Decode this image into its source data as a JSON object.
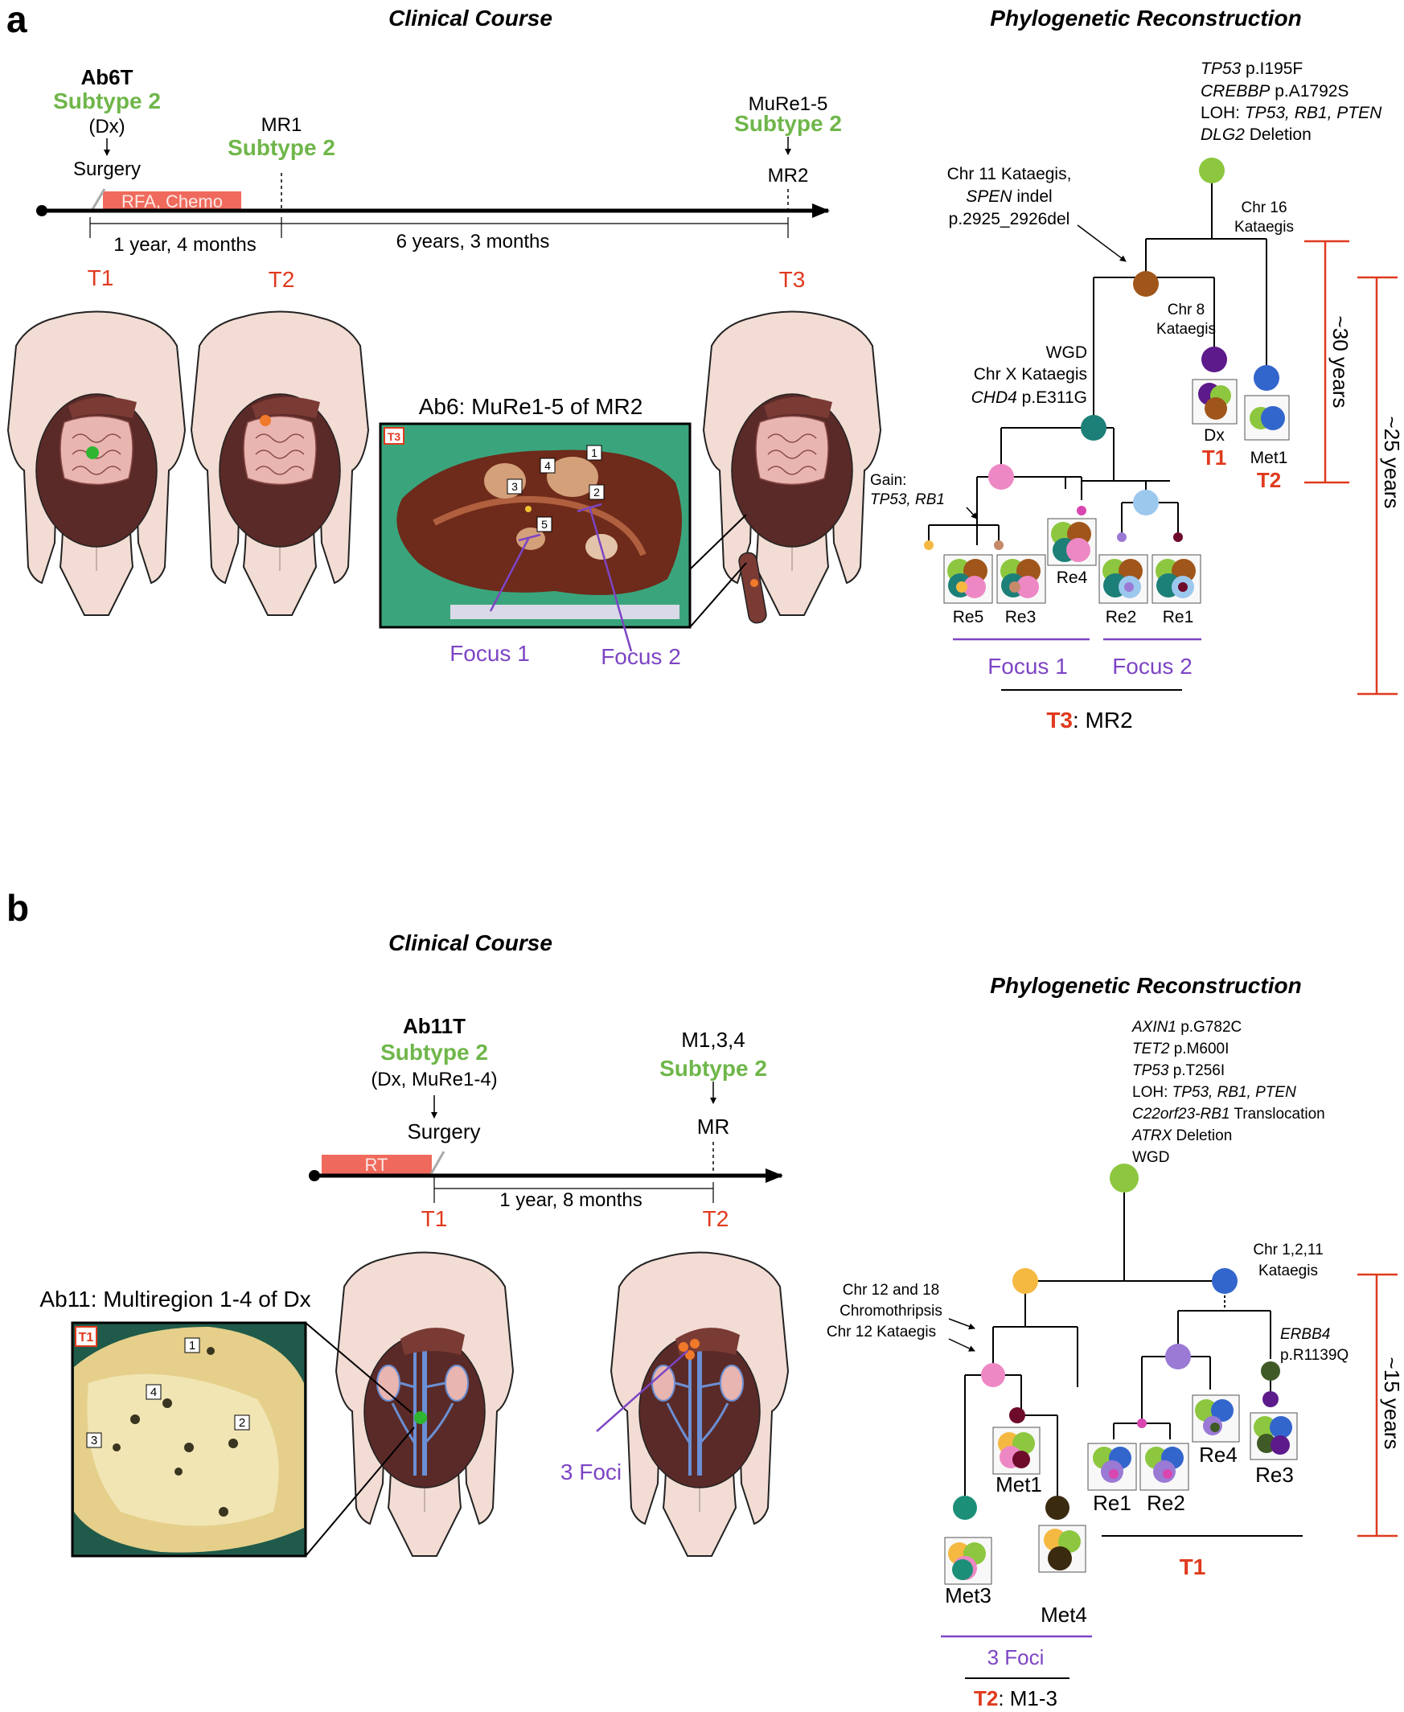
{
  "panel_a": {
    "letter": "a",
    "clinical_title": "Clinical Course",
    "phylo_title": "Phylogenetic Reconstruction",
    "ab6t": "Ab6T",
    "subtype_dx": "Subtype 2",
    "dx": "(Dx)",
    "surgery": "Surgery",
    "mr1": "MR1",
    "subtype_mr1": "Subtype 2",
    "mure": "MuRe1-5",
    "subtype_mr2": "Subtype 2",
    "mr2": "MR2",
    "rfa_chemo": "RFA, Chemo",
    "interval1": "1 year, 4 months",
    "interval2": "6 years, 3 months",
    "t1": "T1",
    "t2": "T2",
    "t3": "T3",
    "photo_title": "Ab6: MuRe1-5 of MR2",
    "photo_tag": "T3",
    "photo_regions": [
      "1",
      "2",
      "3",
      "4",
      "5"
    ],
    "focus1": "Focus 1",
    "focus2": "Focus 2",
    "root_mut1_gene": "TP53",
    "root_mut1_var": " p.I195F",
    "root_mut2_gene": "CREBBP",
    "root_mut2_var": " p.A1792S",
    "root_mut3_pre": "LOH: ",
    "root_mut3_genes": "TP53, RB1, PTEN",
    "root_mut4_gene": "DLG2",
    "root_mut4_var": " Deletion",
    "chr16_1": "Chr 16",
    "chr16_2": "Kataegis",
    "chr11_1": "Chr 11 Kataegis,",
    "chr11_2_gene": "SPEN",
    "chr11_2_var": " indel",
    "chr11_3": "p.2925_2926del",
    "chr8_1": "Chr 8",
    "chr8_2": "Kataegis",
    "wgd": "WGD",
    "chrx": "Chr X Kataegis",
    "chd4_gene": "CHD4",
    "chd4_var": " p.E311G",
    "gain_1": "Gain:",
    "gain_2": "TP53, RB1",
    "leaf_dx": "Dx",
    "leaf_met1": "Met1",
    "leaf_re5": "Re5",
    "leaf_re3": "Re3",
    "leaf_re4": "Re4",
    "leaf_re2": "Re2",
    "leaf_re1": "Re1",
    "under_dx": "T1",
    "under_met1": "T2",
    "years30": "~30 years",
    "years25": "~25 years",
    "t3_tag": "T3",
    "t3_rest": ": MR2"
  },
  "panel_b": {
    "letter": "b",
    "clinical_title": "Clinical Course",
    "phylo_title": "Phylogenetic Reconstruction",
    "ab11t": "Ab11T",
    "subtype_dx": "Subtype 2",
    "dx_mure": "(Dx, MuRe1-4)",
    "surgery": "Surgery",
    "m134": "M1,3,4",
    "subtype_mr": "Subtype 2",
    "mr": "MR",
    "rt": "RT",
    "interval": "1 year, 8 months",
    "t1": "T1",
    "t2": "T2",
    "photo_title": "Ab11: Multiregion 1-4 of Dx",
    "photo_tag": "T1",
    "photo_regions": [
      "1",
      "2",
      "3",
      "4"
    ],
    "foci": "3 Foci",
    "root_m1_gene": "AXIN1",
    "root_m1_var": " p.G782C",
    "root_m2_gene": "TET2",
    "root_m2_var": " p.M600I",
    "root_m3_gene": "TP53",
    "root_m3_var": " p.T256I",
    "root_m4_pre": "LOH: ",
    "root_m4_genes": "TP53, RB1, PTEN",
    "root_m5_gene": "C22orf23-RB1",
    "root_m5_var": " Translocation",
    "root_m6_gene": "ATRX",
    "root_m6_var": " Deletion",
    "root_m7": "WGD",
    "chr1211_1": "Chr 1,2,11",
    "chr1211_2": "Kataegis",
    "chr12_1": "Chr 12 and 18",
    "chr12_2": "Chromothripsis",
    "chr12_3": "Chr 12 Kataegis",
    "erbb4_gene": "ERBB4",
    "erbb4_var": "p.R1139Q",
    "leaf_met1": "Met1",
    "leaf_met3": "Met3",
    "leaf_met4": "Met4",
    "leaf_re1": "Re1",
    "leaf_re2": "Re2",
    "leaf_re4": "Re4",
    "leaf_re3": "Re3",
    "years15": "~15 years",
    "t1_group": "T1",
    "foci_group": "3 Foci",
    "t2_tag": "T2",
    "t2_rest": ": M1-3"
  },
  "colors": {
    "green_subtype": "#6fb64a",
    "red_time": "#e03a1e",
    "purple_focus": "#7d45c4",
    "rfa_bar": "#ef6a5c",
    "body_skin": "#f2dcd4",
    "abdomen": "#5a2a28"
  }
}
